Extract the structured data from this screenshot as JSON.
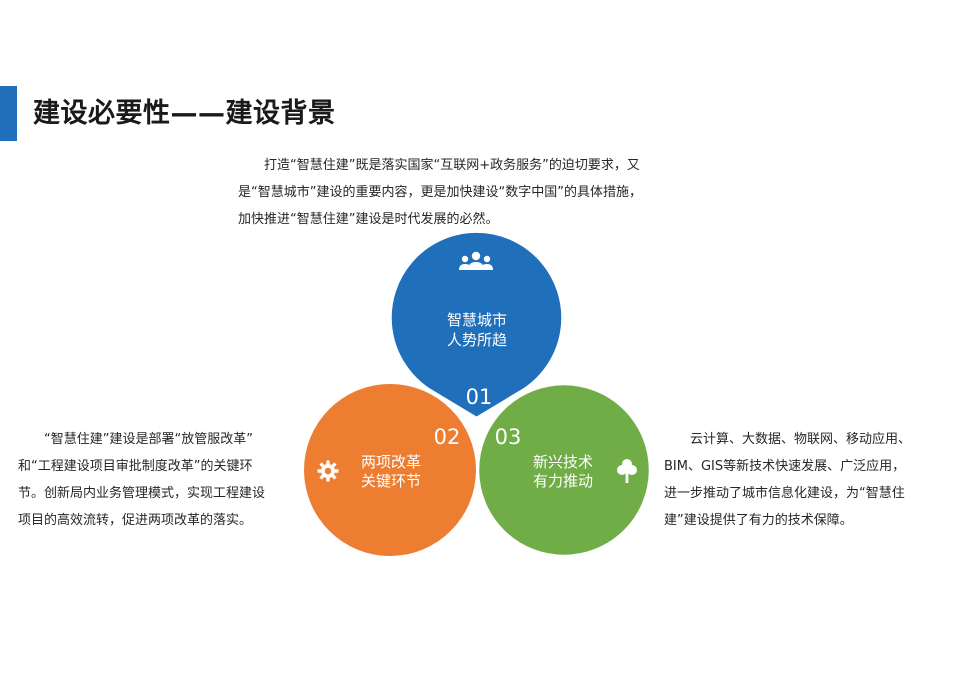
{
  "title": "建设必要性——建设背景",
  "intro_lines": [
    "　　打造“智慧住建”既是落实国家“互联网+政务服务”的迫切要求，又",
    "是“智慧城市”建设的重要内容，更是加快建设“数字中国”的具体措施，",
    "加快推进“智慧住建”建设是时代发展的必然。"
  ],
  "circles": [
    {
      "number": "01",
      "label_line1": "智慧城市",
      "label_line2": "人势所趋",
      "color": "#1f6fba",
      "icon": "people-group-icon"
    },
    {
      "number": "02",
      "label_line1": "两项改革",
      "label_line2": "关键环节",
      "color": "#ed7d31",
      "icon": "gear-icon"
    },
    {
      "number": "03",
      "label_line1": "新兴技术",
      "label_line2": "有力推动",
      "color": "#70ad47",
      "icon": "tree-icon"
    }
  ],
  "left_lines": [
    "　　“智慧住建”建设是部署“放管服改革”",
    "和“工程建设项目审批制度改革”的关键环",
    "节。创新局内业务管理模式，实现工程建设",
    "项目的高效流转，促进两项改革的落实。"
  ],
  "right_lines": [
    "　　云计算、大数据、物联网、移动应用、",
    "BIM、GIS等新技术快速发展、广泛应用，",
    "进一步推动了城市信息化建设，为“智慧住",
    "建”建设提供了有力的技术保障。"
  ]
}
